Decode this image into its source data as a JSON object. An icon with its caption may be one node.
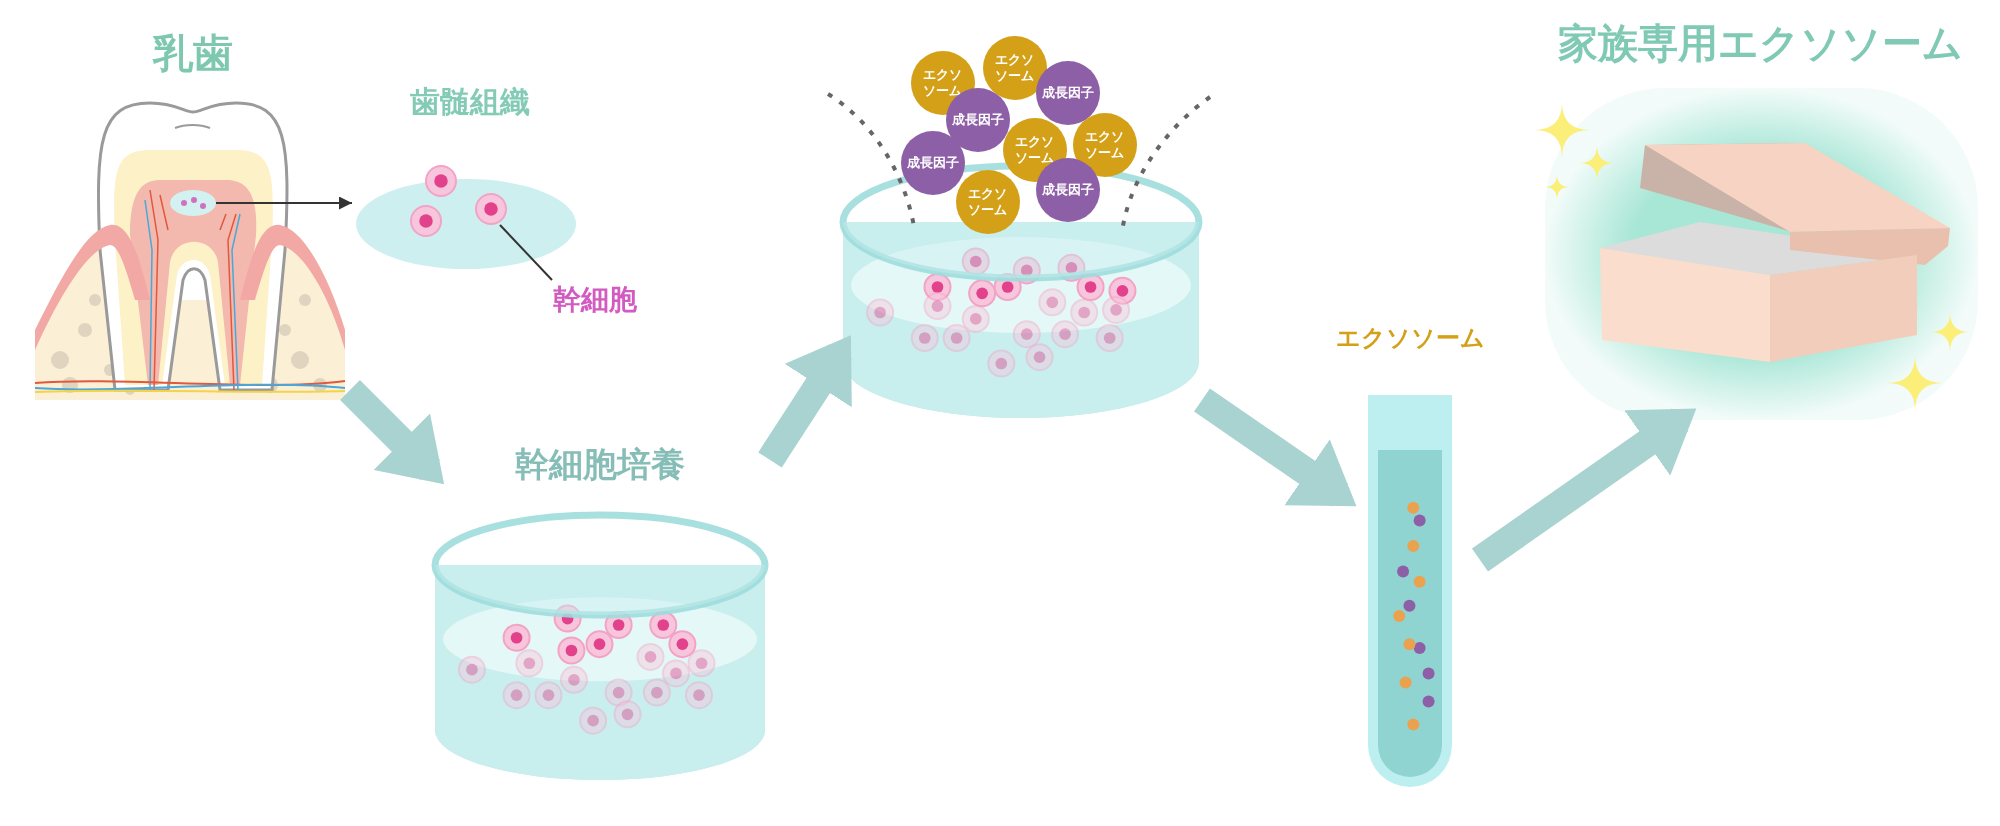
{
  "diagram": {
    "nodes": [
      {
        "text": [
          "乳歯"
        ]
      },
      {
        "text": [],
        "shape": "ellipse"
      },
      {
        "text": [
          "歯髄組織"
        ]
      },
      {
        "text": [],
        "shape": "circle",
        "in": 2
      },
      {
        "text": [],
        "shape": "circle",
        "in": 2
      },
      {
        "text": [],
        "shape": "circle",
        "in": 2
      },
      {
        "text": [
          "幹細胞"
        ]
      },
      {
        "text": [
          "幹細胞培養"
        ]
      },
      {
        "text": [],
        "shape": "picture"
      },
      {
        "text": [
          "エクソソーム"
        ]
      },
      {
        "text": [
          "エクソソーム"
        ]
      },
      {
        "text": [
          "成長因子"
        ]
      },
      {
        "text": [
          "成長因子"
        ]
      },
      {
        "text": [
          "エクソソーム"
        ]
      },
      {
        "text": [
          "エクソソーム"
        ]
      },
      {
        "text": [
          "成長因子"
        ]
      },
      {
        "text": [
          "成長因子"
        ]
      },
      {
        "text": [
          "エクソソーム"
        ]
      },
      {
        "text": [
          "エクソソーム"
        ]
      },
      {
        "text": [
          "家族専用エクソソーム"
        ]
      }
    ],
    "edges": [
      {
        "from": 1,
        "to": 2,
        "arrow": "to",
        "color": "#333333"
      },
      {
        "from": 6,
        "to": 5,
        "arrow": "none",
        "color": "#333333"
      },
      {
        "from": 0,
        "to": 7,
        "arrow": "to"
      },
      {
        "from": 7,
        "to": 8,
        "arrow": "to"
      },
      {
        "from": 8,
        "to": 18,
        "arrow": "to"
      },
      {
        "from": 18,
        "to": 19,
        "arrow": "to"
      }
    ]
  }
}
